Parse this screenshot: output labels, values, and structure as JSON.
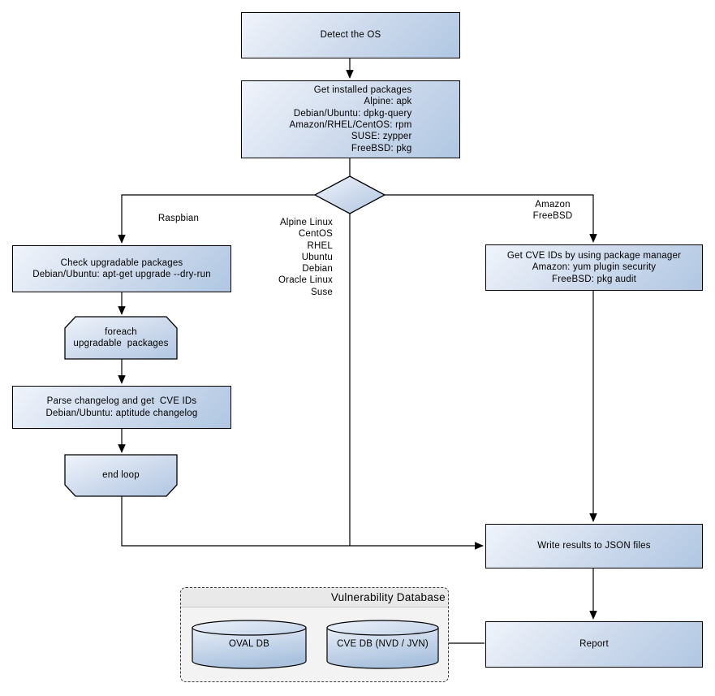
{
  "nodes": {
    "detect_os": "Detect the OS",
    "get_installed_packages": "Get installed packages\nAlpine: apk\nDebian/Ubuntu: dpkg-query\nAmazon/RHEL/CentOS: rpm\nSUSE: zypper\nFreeBSD: pkg",
    "check_upgradable": "Check upgradable packages\nDebian/Ubuntu: apt-get upgrade --dry-run",
    "foreach_loop": "foreach\nupgradable  packages",
    "parse_changelog": "Parse changelog and get  CVE IDs\nDebian/Ubuntu: aptitude changelog",
    "end_loop": "end loop",
    "get_cve_ids": "Get CVE IDs by using package manager\nAmazon: yum plugin security\nFreeBSD: pkg audit",
    "write_results": "Write results to JSON files",
    "report": "Report",
    "oval_db": "OVAL DB",
    "cve_db": "CVE DB (NVD / JVN)"
  },
  "edge_labels": {
    "raspbian": "Raspbian",
    "os_list": "Alpine Linux\nCentOS\nRHEL\nUbuntu\nDebian\nOracle Linux\nSuse",
    "amazon_freebsd": "Amazon\nFreeBSD"
  },
  "container": {
    "title": "Vulnerability Database"
  },
  "colors": {
    "node_fill_light": "#f0f4fb",
    "node_fill_dark": "#b0c7e2",
    "node_border": "#000000",
    "connector": "#000000",
    "container_bg": "#f3f3f3",
    "container_title_bg": "#e9e9e9",
    "canvas_bg": "#ffffff"
  }
}
